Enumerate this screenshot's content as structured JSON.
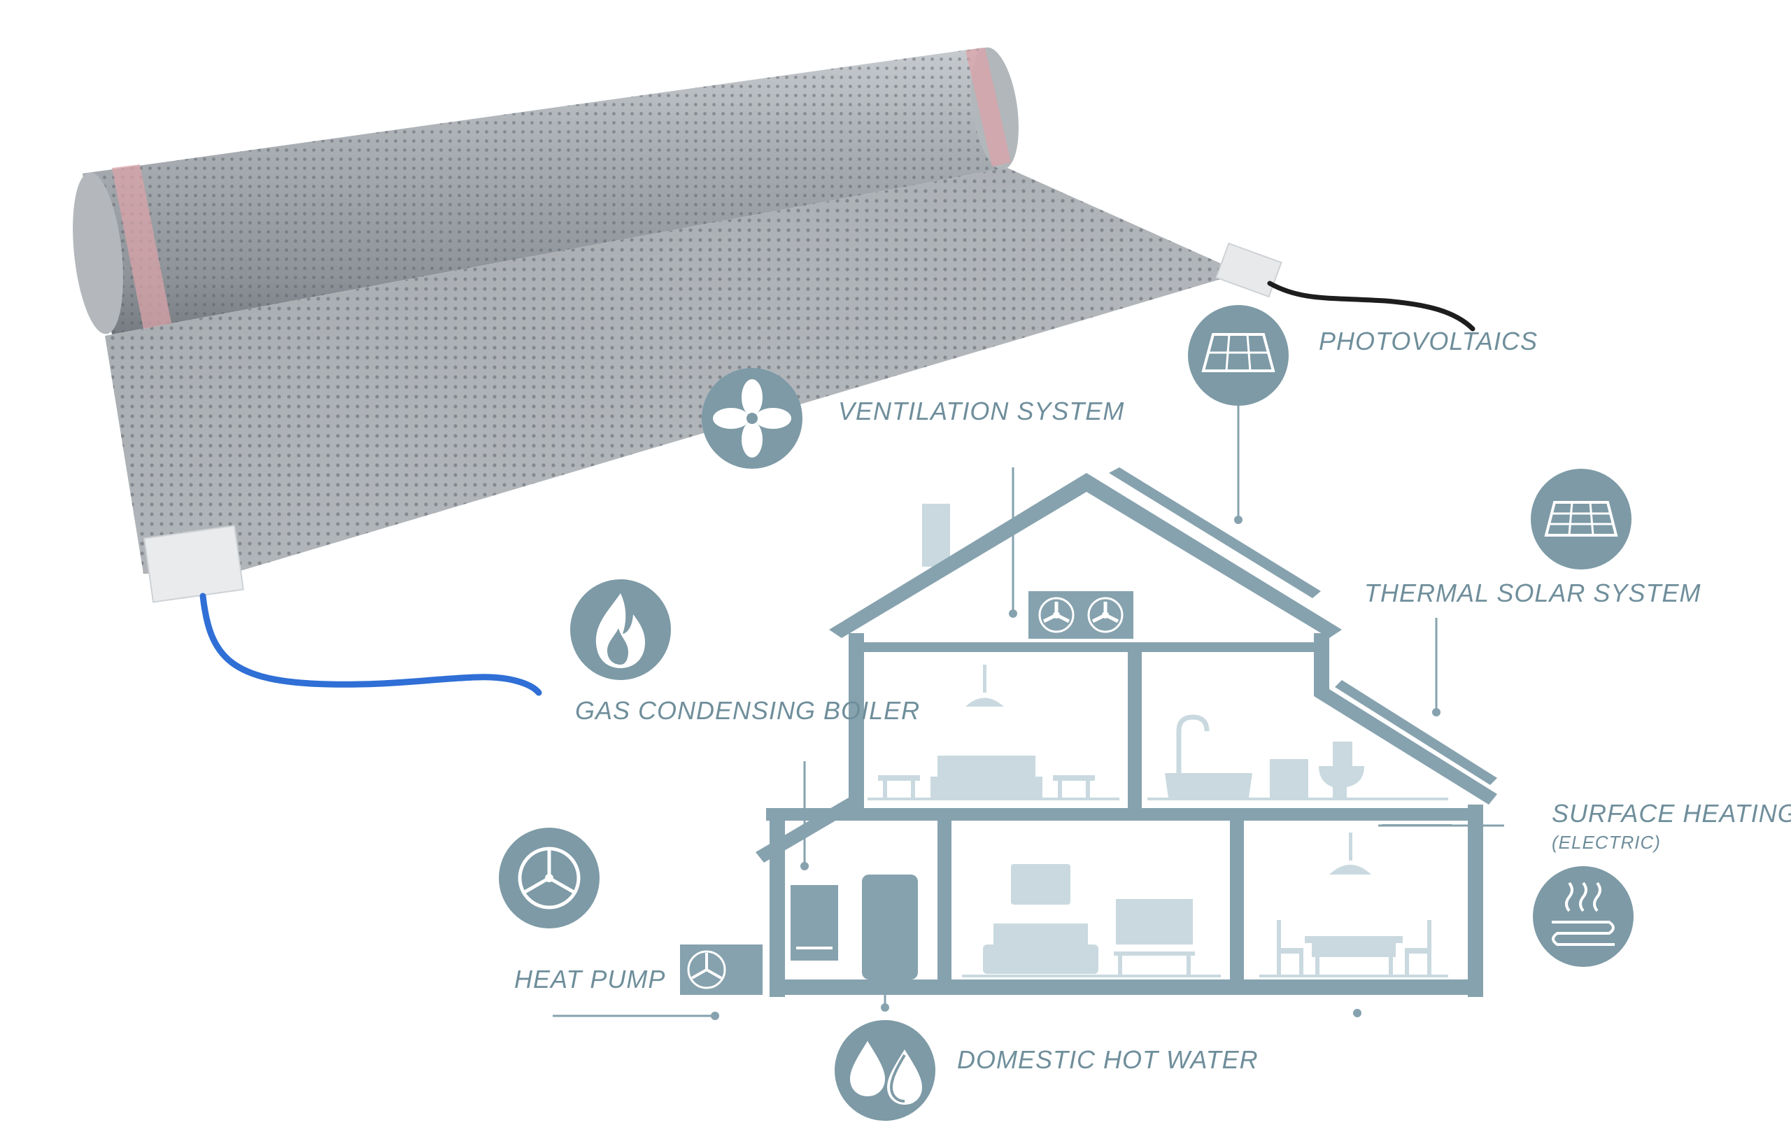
{
  "labels": {
    "photovoltaics": "PHOTOVOLTAICS",
    "ventilation": "VENTILATION SYSTEM",
    "thermal_solar": "THERMAL SOLAR SYSTEM",
    "gas_boiler": "GAS CONDENSING BOILER",
    "surface_heating": "SURFACE HEATING",
    "surface_heating_sub": "(ELECTRIC)",
    "heat_pump": "HEAT PUMP",
    "hot_water": "DOMESTIC HOT WATER"
  },
  "icons": {
    "photovoltaics": "solar-panel-icon",
    "ventilation": "fan-icon",
    "thermal_solar": "thermal-collector-icon",
    "gas_boiler": "flame-icon",
    "heat_pump": "heat-pump-icon",
    "surface_heating": "heat-waves-icon",
    "hot_water": "water-drops-icon"
  },
  "colors": {
    "accent": "#7d9aa6",
    "house": "#86a2ae",
    "furniture": "#c9d9df",
    "mat": "#9ea4aa",
    "mat_edge": "#d9a3a8",
    "cable_blue": "#2f6fd6",
    "cable_black": "#1d1d1d",
    "label": "#6f8e9b"
  }
}
